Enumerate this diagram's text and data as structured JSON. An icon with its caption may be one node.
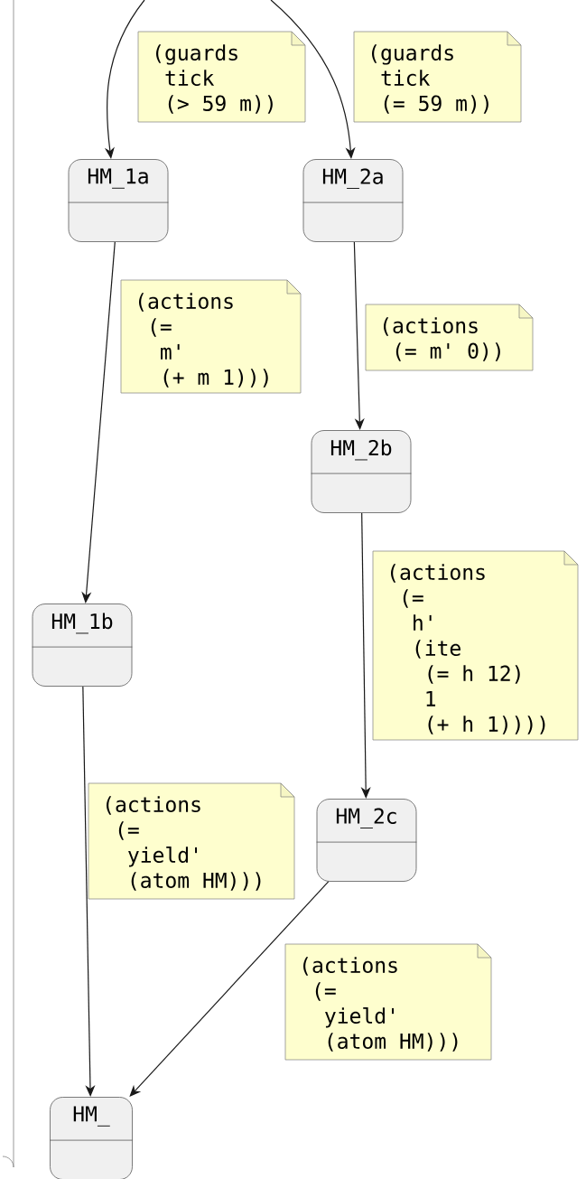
{
  "diagram": {
    "nodes": [
      {
        "text": [
          "HM_1a"
        ]
      },
      {
        "text": [
          "HM_2a"
        ]
      },
      {
        "text": [
          "HM_2b"
        ]
      },
      {
        "text": [
          "HM_1b"
        ]
      },
      {
        "text": [
          "HM_2c"
        ]
      },
      {
        "text": [
          "HM_"
        ]
      }
    ],
    "edges": [
      {
        "from": null,
        "to": 0,
        "arrow": "to",
        "label": "(guards tick (> 59 m))"
      },
      {
        "from": null,
        "to": 1,
        "arrow": "to",
        "label": "(guards tick (= 59 m))"
      },
      {
        "from": 0,
        "to": 3,
        "arrow": "to",
        "label": "(actions (= m' (+ m 1)))"
      },
      {
        "from": 1,
        "to": 2,
        "arrow": "to",
        "label": "(actions (= m' 0))"
      },
      {
        "from": 2,
        "to": 4,
        "arrow": "to",
        "label": "(actions (= h' (ite (= h 12) 1 (+ h 1))))"
      },
      {
        "from": 3,
        "to": 5,
        "arrow": "to",
        "label": "(actions (= yield' (atom HM)))"
      },
      {
        "from": 4,
        "to": 5,
        "arrow": "to",
        "label": "(actions (= yield' (atom HM)))"
      }
    ]
  }
}
